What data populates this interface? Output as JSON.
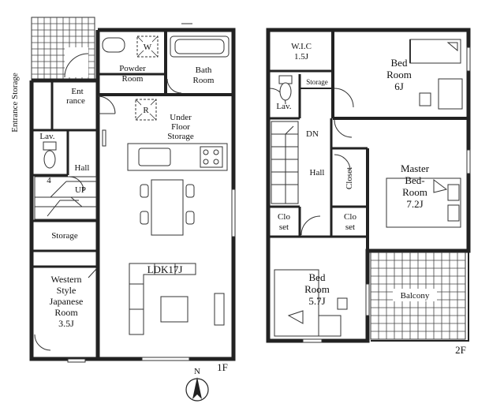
{
  "floors": {
    "first": {
      "label": "1F",
      "rooms": {
        "entrance_storage": "Entrance Storage",
        "entrance": "Ent\nrance",
        "powder_room": "Powder\nRoom",
        "washer_mark": "W",
        "bath_room": "Bath\nRoom",
        "fridge_mark": "R",
        "under_floor_storage": "Under\nFloor\nStorage",
        "lavatory": "Lav.",
        "hall": "Hall",
        "stair_up": "UP",
        "stair_number": "4",
        "storage": "Storage",
        "western_japanese_room": "Western\nStyle\nJapanese\nRoom\n3.5J",
        "ldk": "LDK17J"
      }
    },
    "second": {
      "label": "2F",
      "rooms": {
        "wic": "W.I.C\n1.5J",
        "bed_room_6j": "Bed\nRoom\n6J",
        "storage": "Storage",
        "lavatory": "Lav.",
        "stair_down": "DN",
        "hall": "Hall",
        "closet": "Closet",
        "master_bedroom": "Master\nBed-\nRoom\n7.2J",
        "closet_left": "Clo\nset",
        "closet_right": "Clo\nset",
        "bed_room_57j": "Bed\nRoom\n5.7J",
        "balcony": "Balcony"
      }
    }
  },
  "compass": {
    "north_label": "N"
  }
}
